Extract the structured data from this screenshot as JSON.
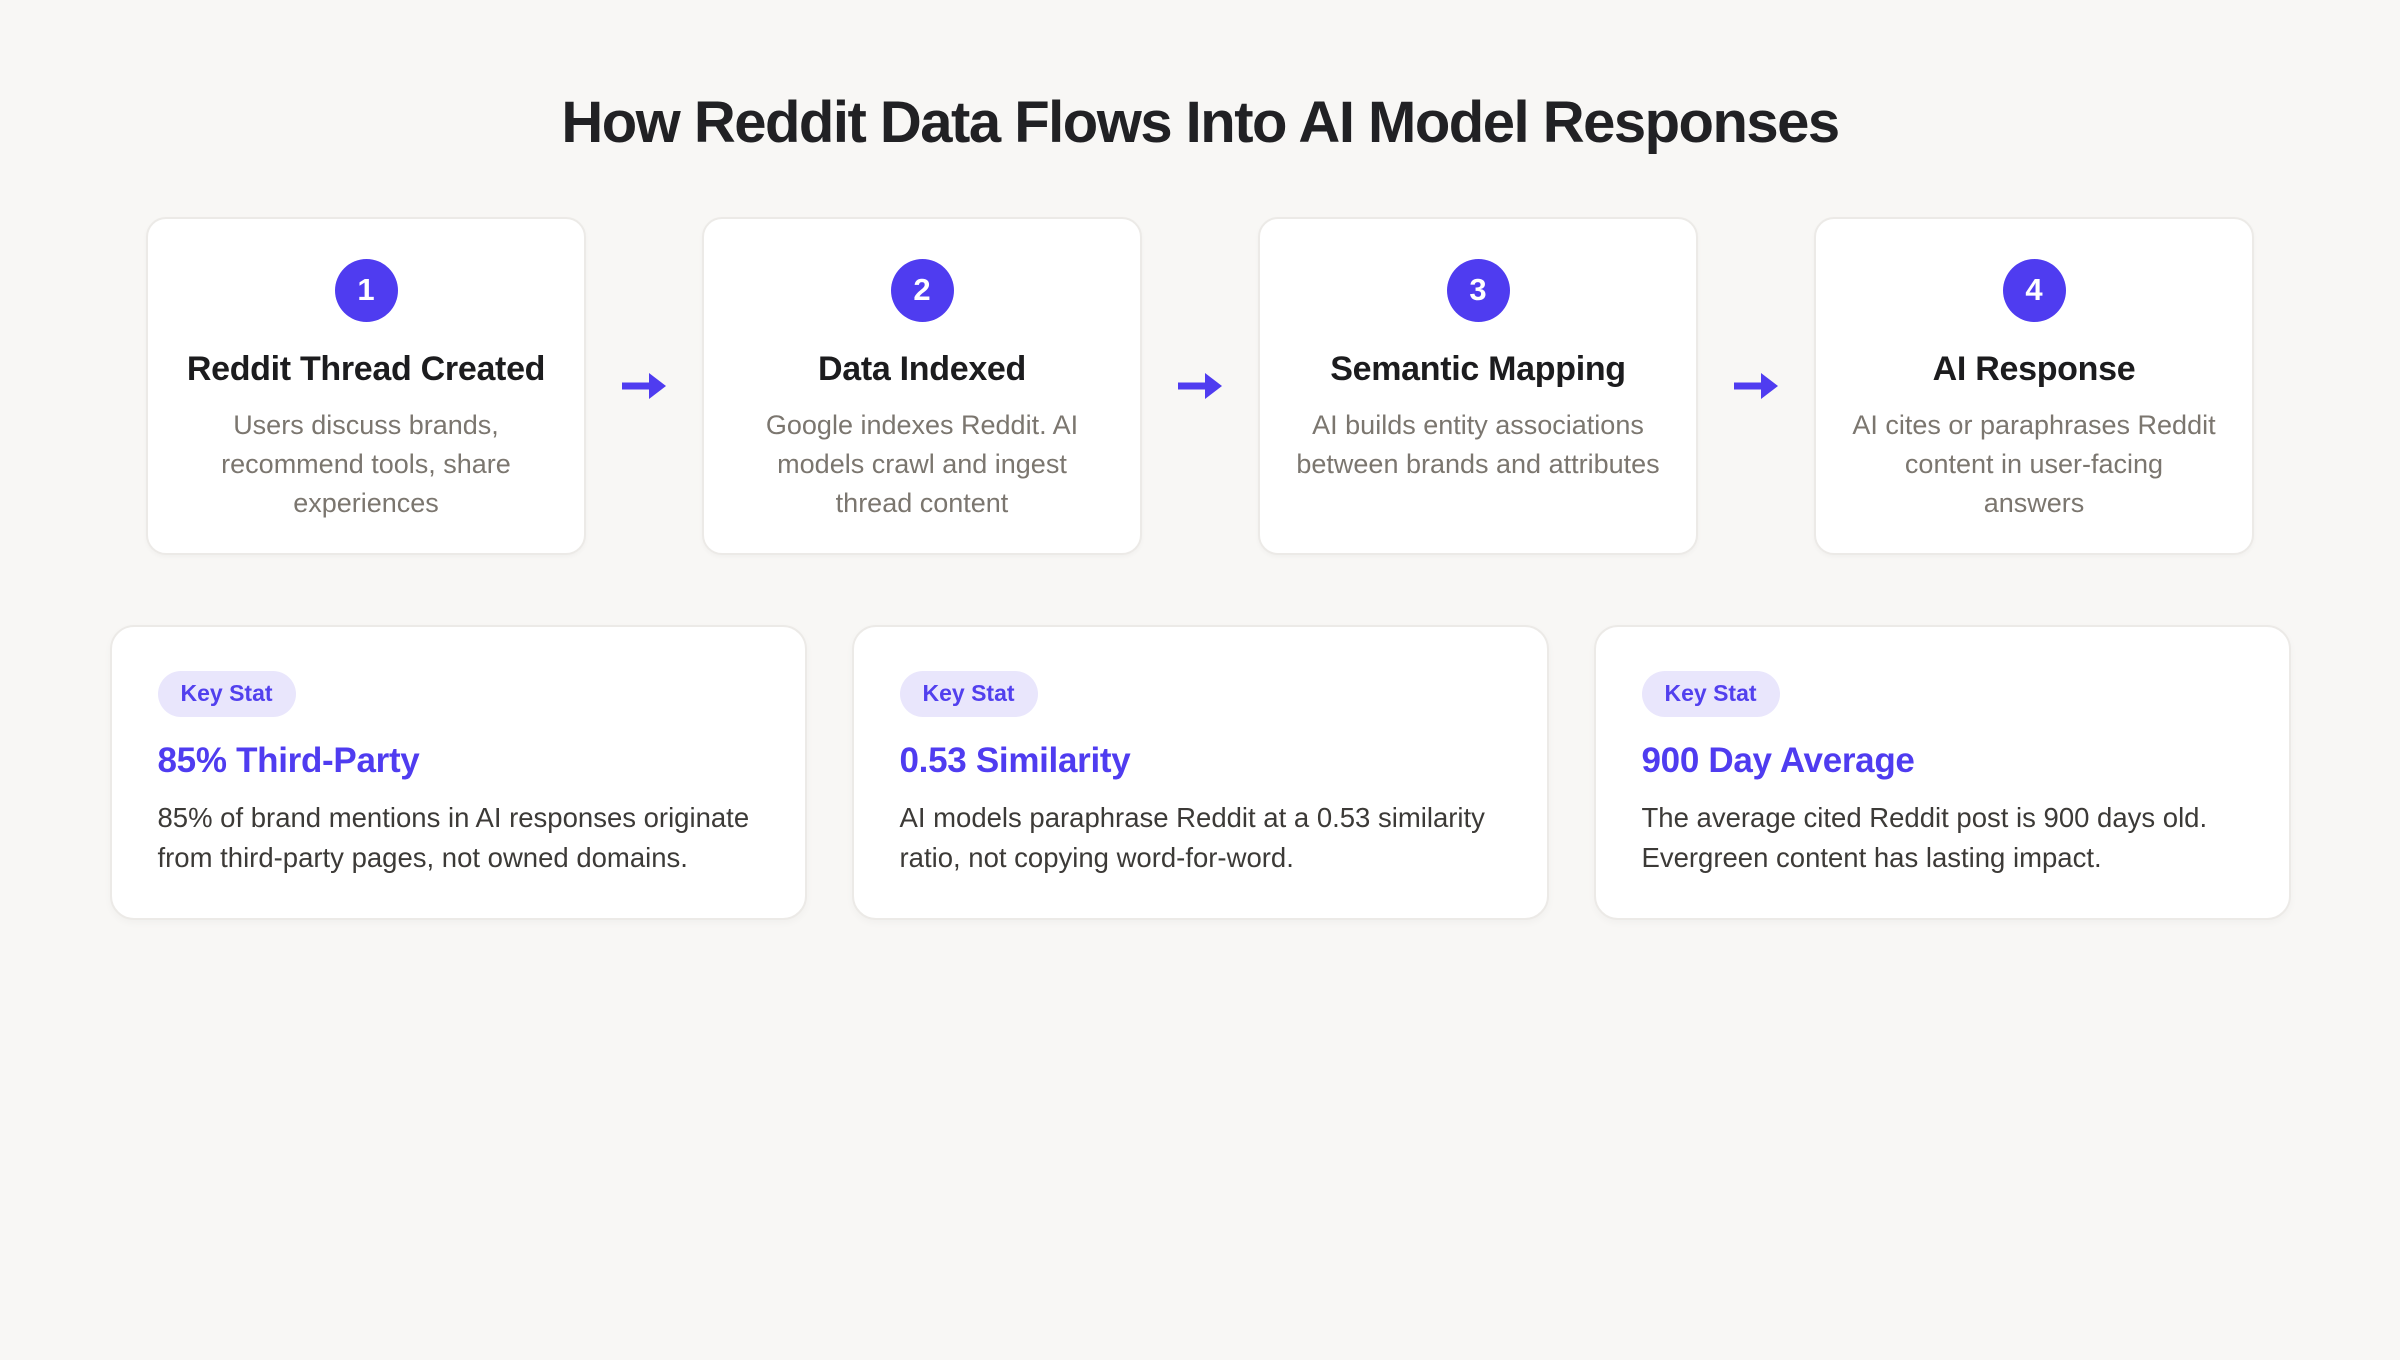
{
  "page": {
    "title": "How Reddit Data Flows Into AI Model Responses"
  },
  "colors": {
    "page_background": "#f8f7f5",
    "card_background": "#ffffff",
    "card_border": "#eceae7",
    "accent_purple": "#4f3cf0",
    "badge_background": "#e9e6fc",
    "badge_text": "#5240ee",
    "heading_text": "#212124",
    "step_description_text": "#7b766f",
    "stat_body_text": "#3c3a37"
  },
  "flow_steps": [
    {
      "number": "1",
      "title": "Reddit Thread Created",
      "description": "Users discuss brands, recommend tools, share experiences"
    },
    {
      "number": "2",
      "title": "Data Indexed",
      "description": "Google indexes Reddit. AI models crawl and ingest thread content"
    },
    {
      "number": "3",
      "title": "Semantic Mapping",
      "description": "AI builds entity associations between brands and attributes"
    },
    {
      "number": "4",
      "title": "AI Response",
      "description": "AI cites or paraphrases Reddit content in user-facing answers"
    }
  ],
  "key_stats": [
    {
      "badge": "Key Stat",
      "title": "85% Third-Party",
      "description": "85% of brand mentions in AI responses originate from third-party pages, not owned domains."
    },
    {
      "badge": "Key Stat",
      "title": "0.53 Similarity",
      "description": "AI models paraphrase Reddit at a 0.53 similarity ratio, not copying word-for-word."
    },
    {
      "badge": "Key Stat",
      "title": "900 Day Average",
      "description": "The average cited Reddit post is 900 days old. Evergreen content has lasting impact."
    }
  ]
}
